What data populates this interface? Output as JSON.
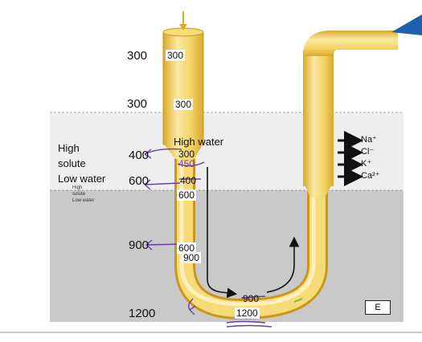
{
  "ruler_labels": [
    "300",
    "300",
    "400",
    "600",
    "900",
    "1200"
  ],
  "region_labels": {
    "high_line1": "High",
    "high_line2": "solute",
    "low_water": "Low water",
    "small_line1": "High",
    "small_line2": "solute",
    "small_line3": "Low water"
  },
  "inner_labels": {
    "top1": "300",
    "top2": "300",
    "high_water": "High water",
    "v300": "300",
    "v400": "400",
    "v600": "600",
    "v600b": "600",
    "v900": "900",
    "v900b": "900",
    "v1200": "1200"
  },
  "handwriting": {
    "h450": "450"
  },
  "ions": [
    "Na⁺",
    "Cl⁻",
    "K⁺",
    "Ca²⁺"
  ],
  "figure_letter": "E",
  "colors": {
    "tube_light": "#fbe8a2",
    "tube_mid": "#f4d365",
    "tube_dark": "#d9a92b",
    "zone_upper": "#eeeeee",
    "zone_lower": "#c9c9c9",
    "ink": "#6a3fa8",
    "blue_accent": "#1f5fb0"
  }
}
